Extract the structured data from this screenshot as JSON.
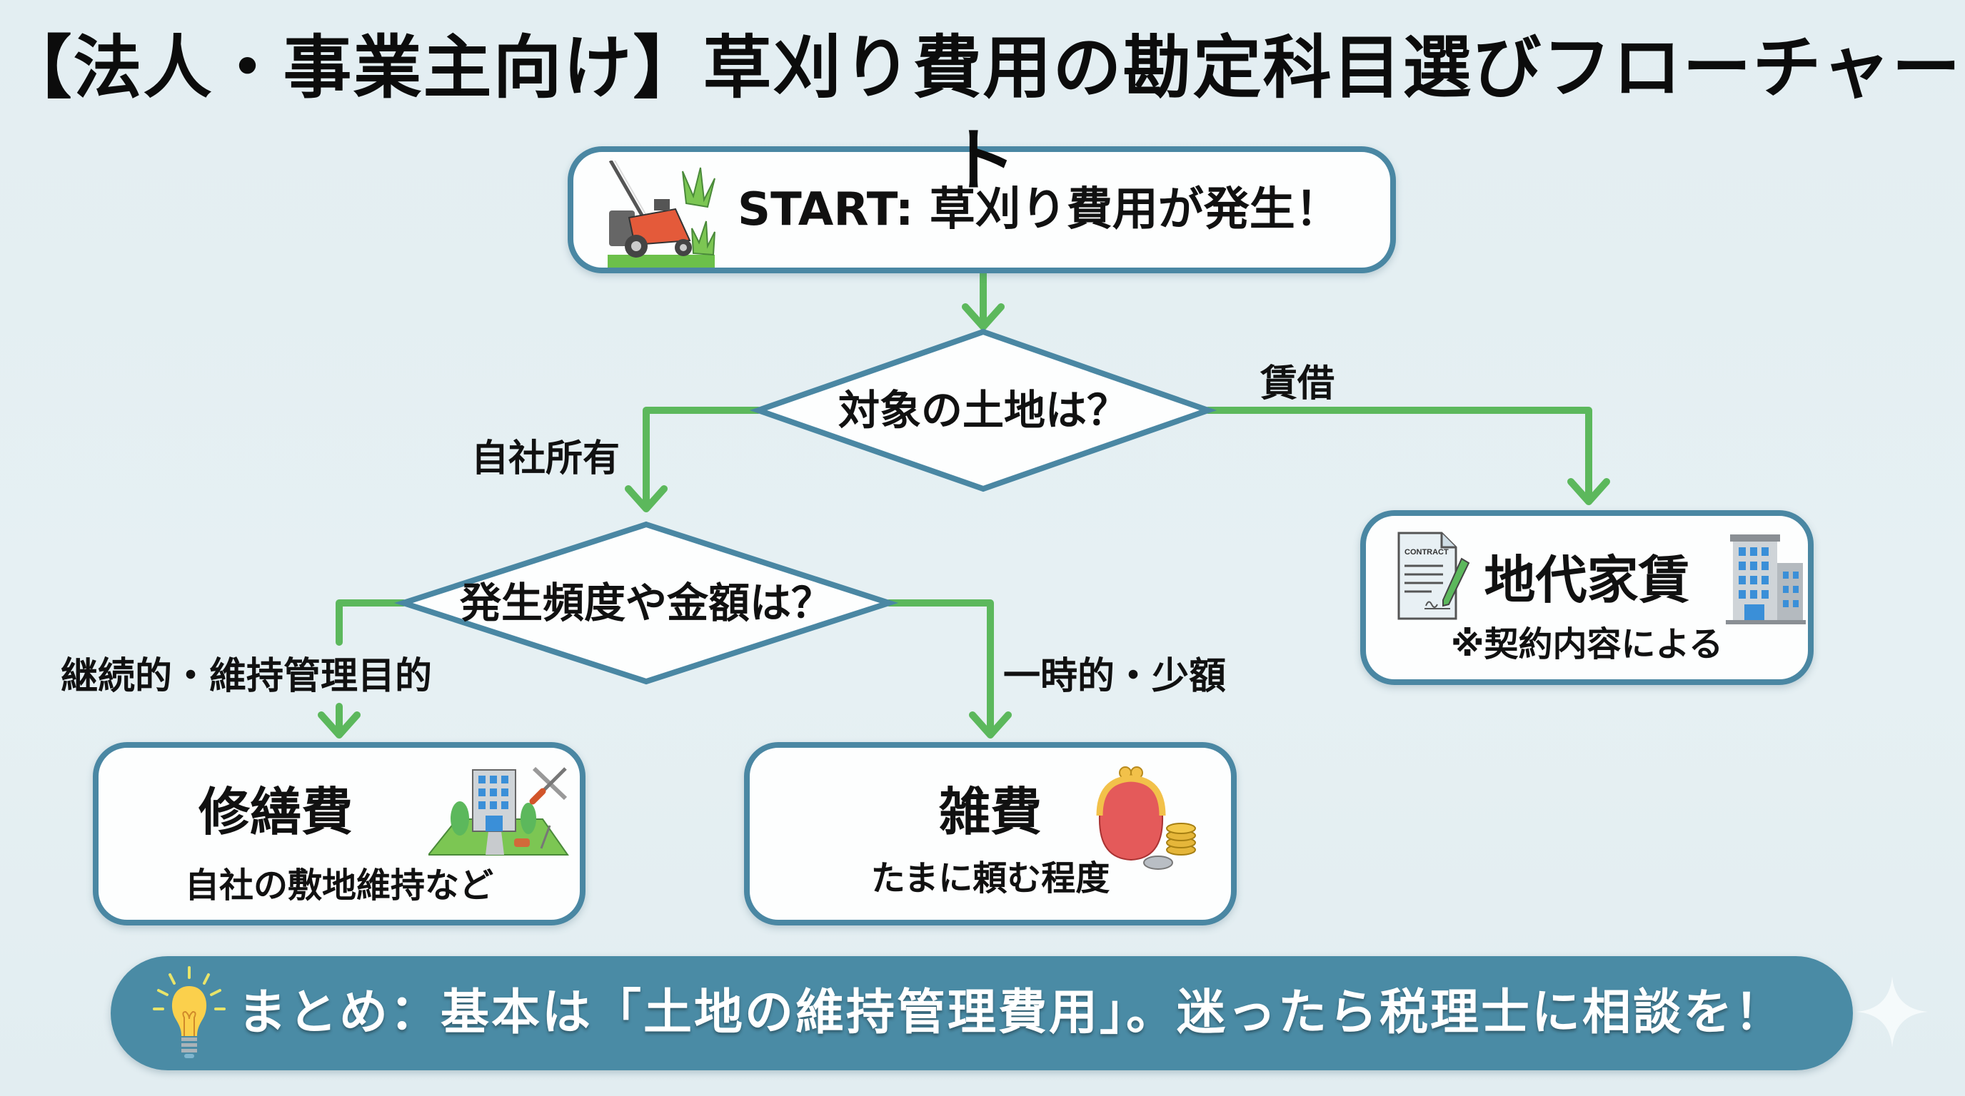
{
  "title": "【法人・事業主向け】草刈り費用の勘定科目選びフローチャート",
  "start": {
    "label": "START: 草刈り費用が発生！",
    "icon": "lawn-mower-icon"
  },
  "decision_land": {
    "question": "対象の土地は？",
    "branches": {
      "owned": "自社所有",
      "leased": "賃借"
    }
  },
  "decision_frequency": {
    "question": "発生頻度や金額は？",
    "branches": {
      "continuous": "継続的・維持管理目的",
      "temporary": "一時的・少額"
    }
  },
  "results": {
    "rent": {
      "title": "地代家賃",
      "note": "※契約内容による",
      "icons": [
        "contract-icon",
        "office-building-icon"
      ],
      "contract_label": "CONTRACT"
    },
    "repair": {
      "title": "修繕費",
      "note": "自社の敷地維持など",
      "icons": [
        "building-grounds-icon",
        "tools-icon"
      ]
    },
    "misc": {
      "title": "雑費",
      "note": "たまに頼む程度",
      "icons": [
        "coin-purse-icon",
        "coins-icon"
      ]
    }
  },
  "summary": {
    "text": "まとめ：基本は「土地の維持管理費用」。迷ったら税理士に相談を！",
    "icon": "light-bulb-icon"
  },
  "colors": {
    "background": "#e4eff3",
    "box_border": "#4a87a3",
    "arrow": "#5cb85c",
    "summary_bg": "#4a8ba5",
    "summary_text": "#ffffff"
  }
}
